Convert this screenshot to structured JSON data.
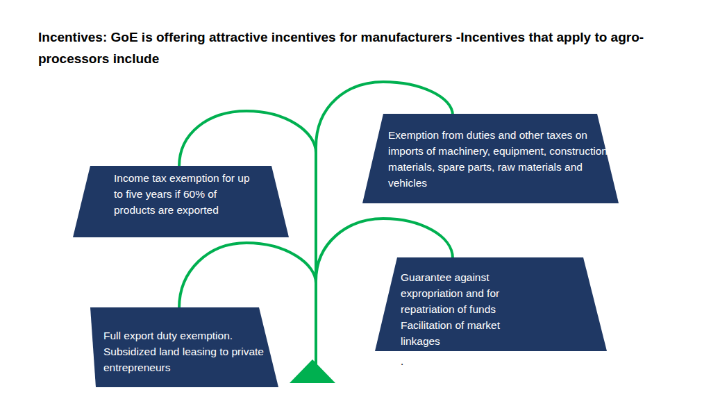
{
  "diagram": {
    "title": "Incentives: GoE is offering attractive incentives for manufacturers -Incentives that apply to agro-processors include",
    "nodes": [
      {
        "text": [
          "Exemption from duties and other taxes on imports of machinery, equipment, construction materials, spare parts, raw materials and vehicles"
        ]
      },
      {
        "text": [
          "Income tax exemption for up to five years if 60% of products are exported"
        ]
      },
      {
        "text": [
          "Guarantee against expropriation and for repatriation of funds",
          "Facilitation of market linkages"
        ]
      },
      {
        "text": [
          "Full export duty exemption.",
          "Subsidized land leasing to private entrepreneurs"
        ]
      }
    ],
    "labels": [
      "."
    ]
  }
}
